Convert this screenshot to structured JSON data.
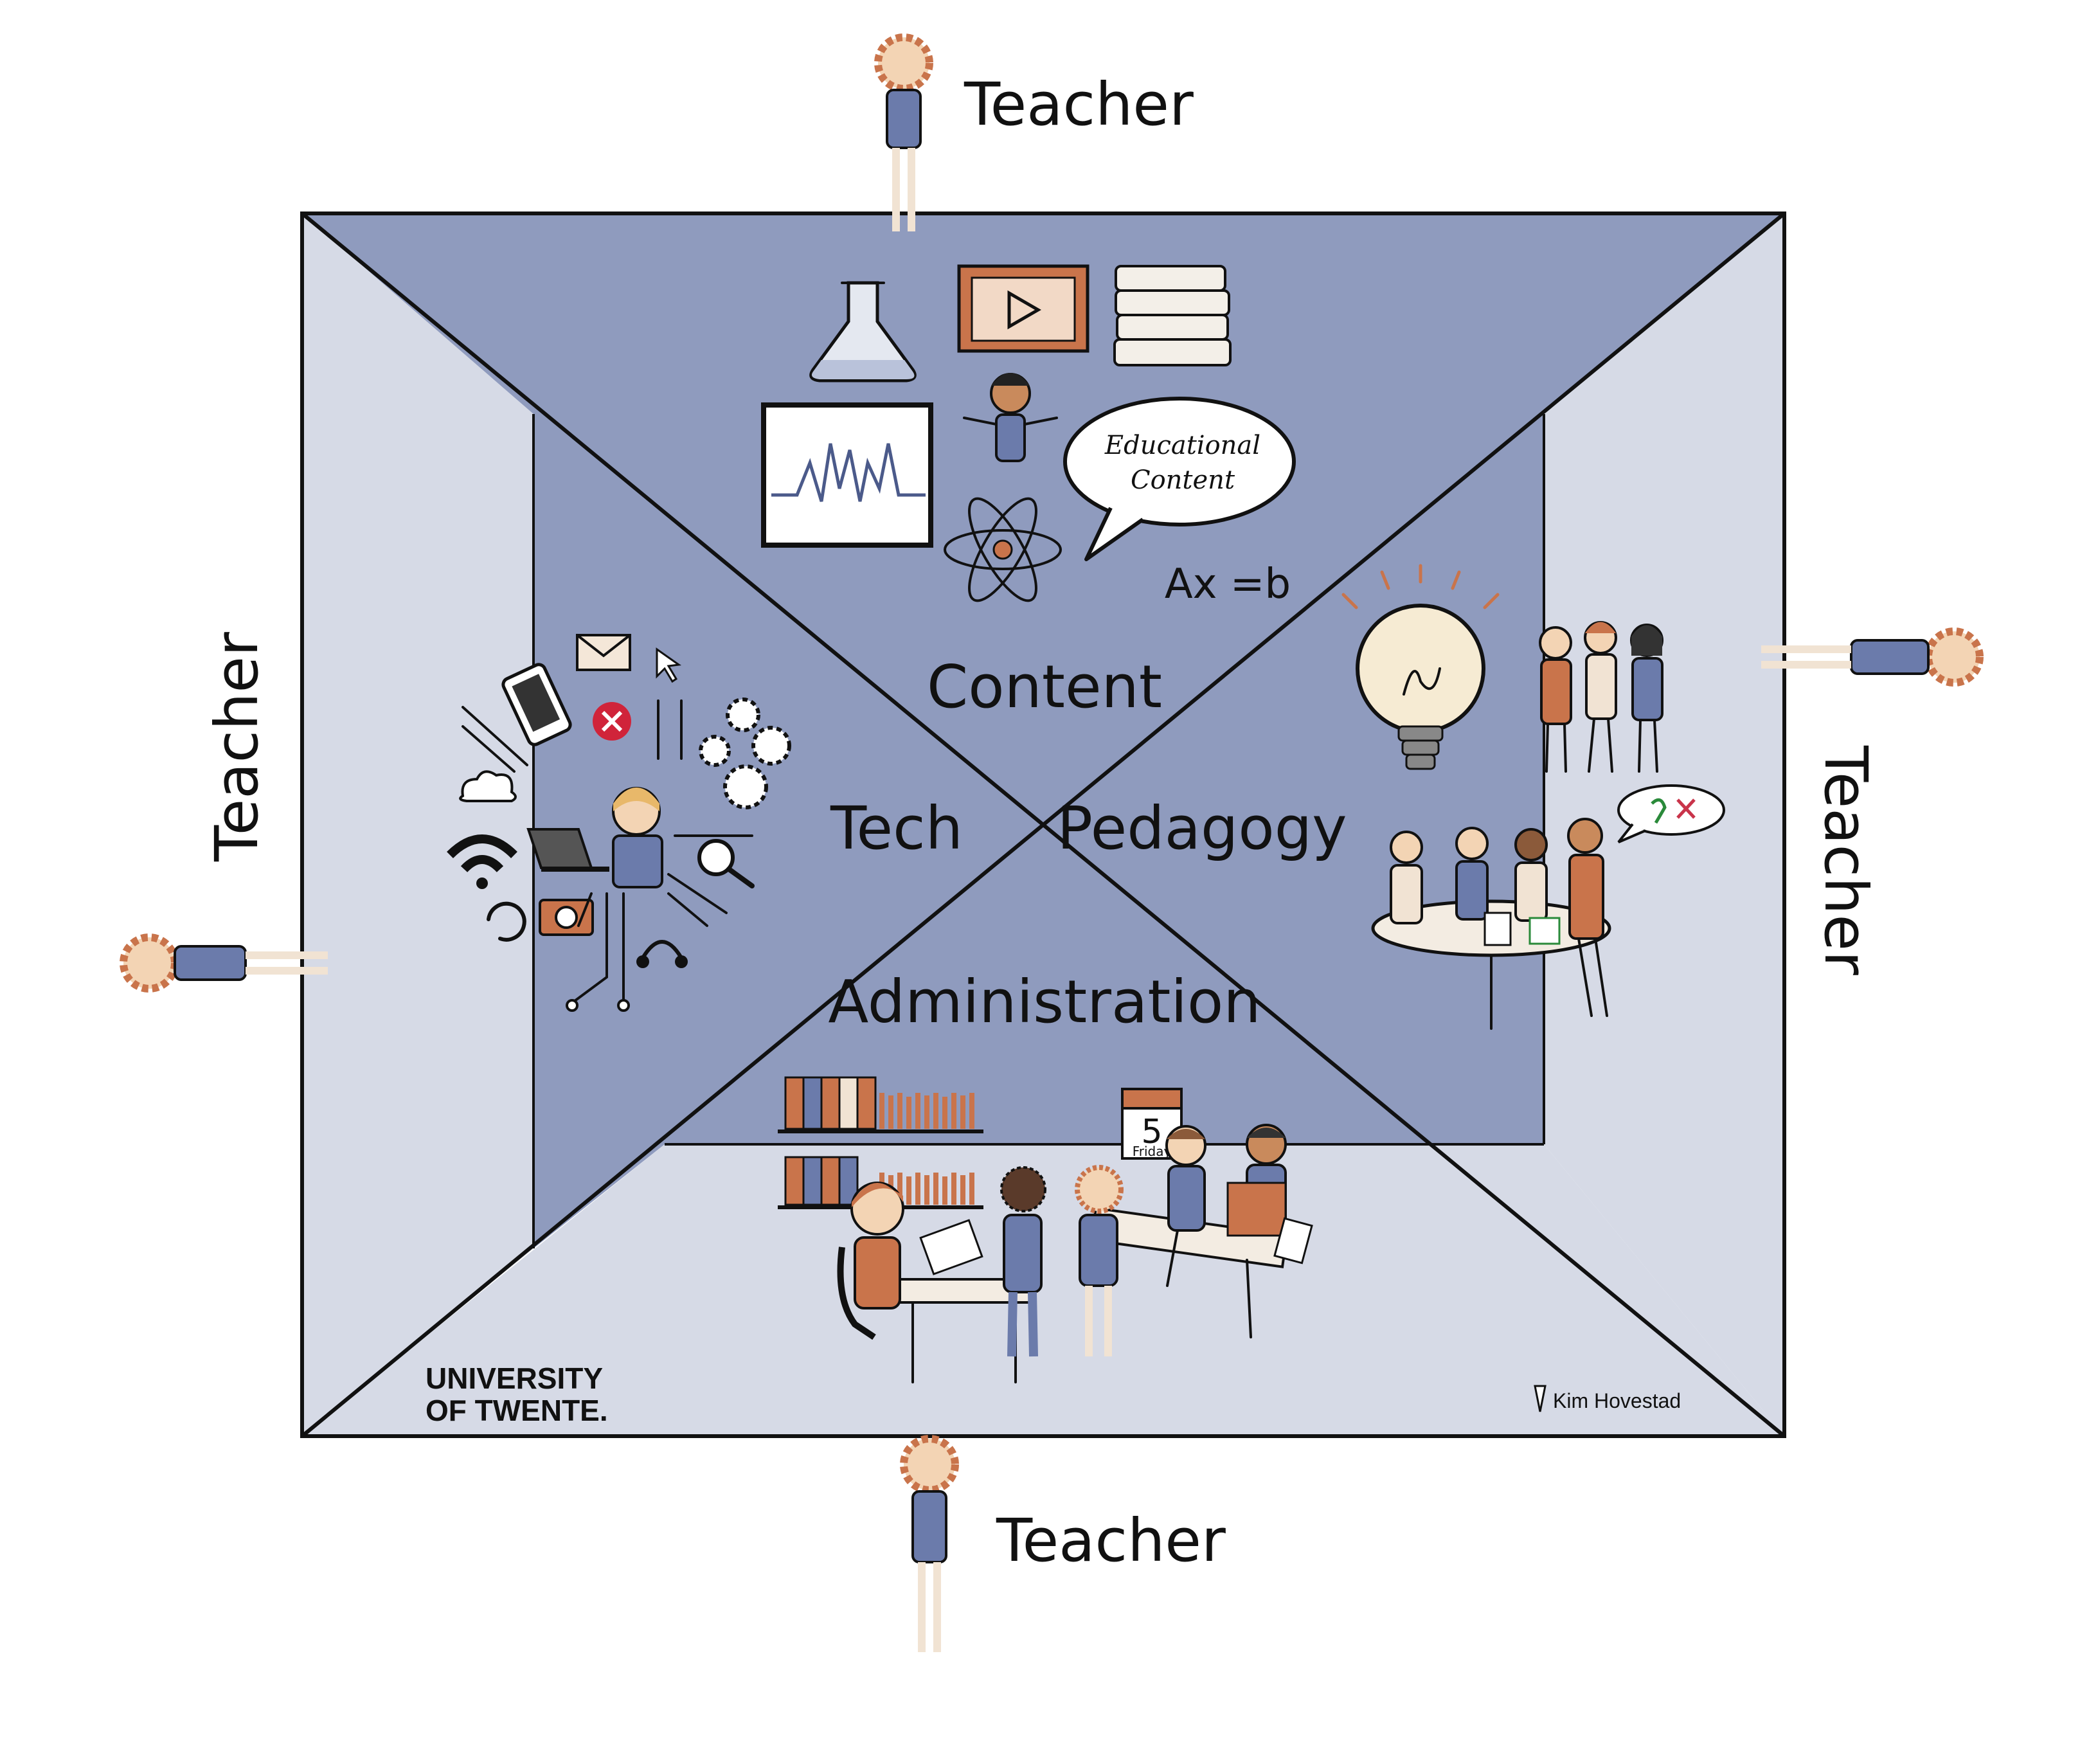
{
  "labels": {
    "content": "Content",
    "tech": "Tech",
    "pedagogy": "Pedagogy",
    "administration": "Administration"
  },
  "teachers": {
    "top": "Teacher",
    "bottom": "Teacher",
    "left": "Teacher",
    "right": "Teacher"
  },
  "speech_bubble": {
    "line1": "Educational",
    "line2": "Content"
  },
  "equation": "Ax =b",
  "calendar": {
    "number": "5",
    "day": "Friday"
  },
  "logo": {
    "line1": "UNIVERSITY",
    "line2": "OF TWENTE."
  },
  "signature": "Kim Hovestad",
  "colors": {
    "back_wall": "#8f9bbe",
    "side_walls": "#d6dae6",
    "skin": "#f3d4b4",
    "hair": "#c9744b",
    "dress": "#6b7bab",
    "accent": "#c9744b",
    "outline": "#111111"
  }
}
